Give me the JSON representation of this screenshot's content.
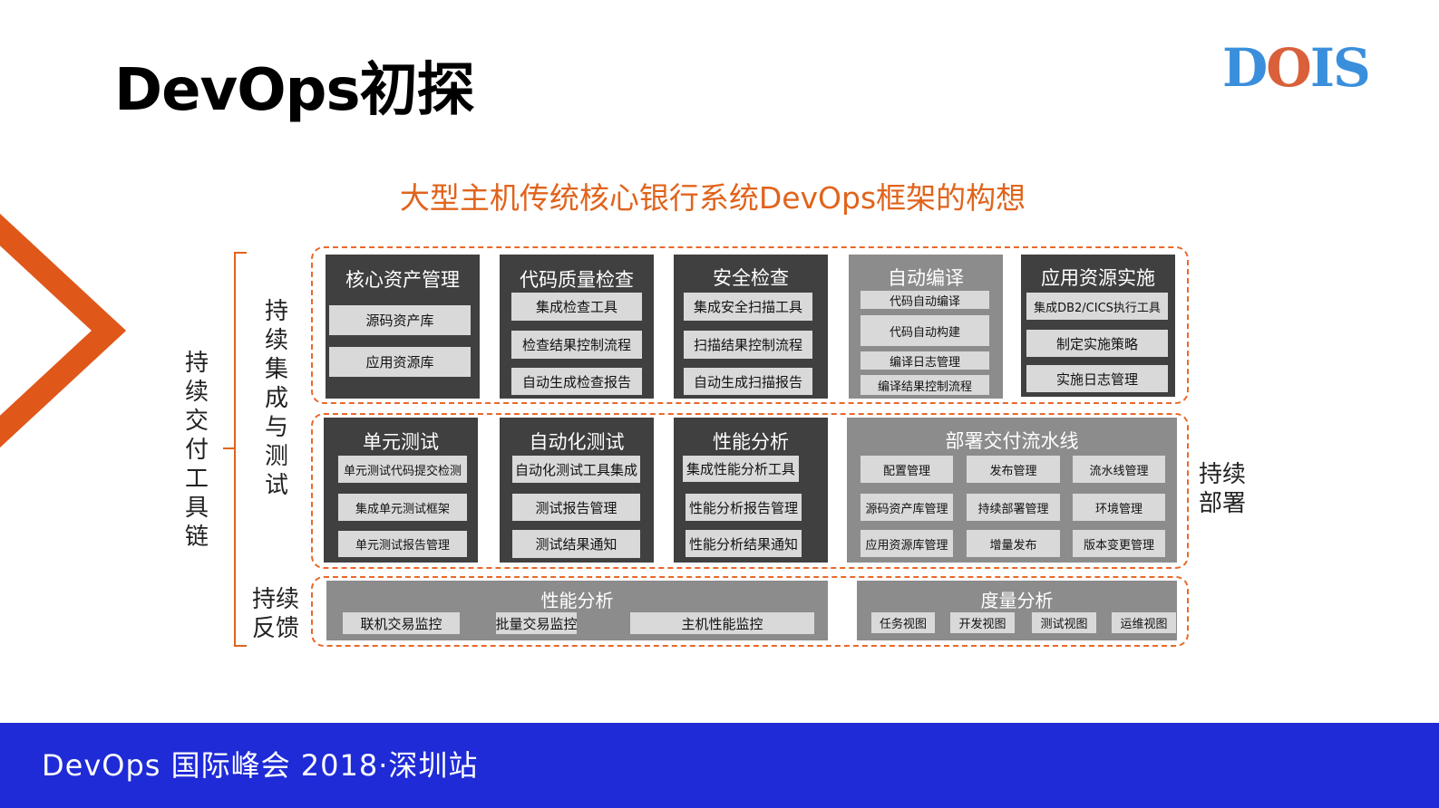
{
  "header": {
    "title": "DevOps初探",
    "logo": {
      "part1": "D",
      "part2": "O",
      "part3": "IS",
      "colors": {
        "blue": "#3a8fdc",
        "orange": "#d9603a"
      }
    }
  },
  "subtitle": "大型主机传统核心银行系统DevOps框架的构想",
  "labels": {
    "toolchain": "持续交付工具链",
    "ci_test": "持续集成与测试",
    "feedback_line1": "持续",
    "feedback_line2": "反馈",
    "deploy_line1": "持续",
    "deploy_line2": "部署"
  },
  "row1": [
    {
      "title": "核心资产管理",
      "items": [
        "源码资产库",
        "应用资源库"
      ]
    },
    {
      "title": "代码质量检查",
      "items": [
        "集成检查工具",
        "检查结果控制流程",
        "自动生成检查报告"
      ]
    },
    {
      "title": "安全检查",
      "items": [
        "集成安全扫描工具",
        "扫描结果控制流程",
        "自动生成扫描报告"
      ]
    },
    {
      "title": "自动编译",
      "items": [
        "代码自动编译",
        "代码自动构建",
        "编译日志管理",
        "编译结果控制流程"
      ]
    },
    {
      "title": "应用资源实施",
      "items": [
        "集成DB2/CICS执行工具",
        "制定实施策略",
        "实施日志管理"
      ]
    }
  ],
  "row2": [
    {
      "title": "单元测试",
      "items": [
        "单元测试代码提交检测",
        "集成单元测试框架",
        "单元测试报告管理"
      ]
    },
    {
      "title": "自动化测试",
      "items": [
        "自动化测试工具集成",
        "测试报告管理",
        "测试结果通知"
      ]
    },
    {
      "title": "性能分析",
      "items": [
        "集成性能分析工具",
        "性能分析报告管理",
        "性能分析结果通知"
      ]
    },
    {
      "title": "部署交付流水线",
      "items": [
        "配置管理",
        "发布管理",
        "流水线管理",
        "源码资产库管理",
        "持续部署管理",
        "环境管理",
        "应用资源库管理",
        "增量发布",
        "版本变更管理"
      ]
    }
  ],
  "row3": [
    {
      "title": "性能分析",
      "items": [
        "联机交易监控",
        "批量交易监控",
        "主机性能监控"
      ]
    },
    {
      "title": "度量分析",
      "items": [
        "任务视图",
        "开发视图",
        "测试视图",
        "运维视图"
      ]
    }
  ],
  "footer": {
    "text": "DevOps 国际峰会 2018·深圳站"
  },
  "colors": {
    "accent_orange": "#e0641c",
    "footer_blue": "#1f2bd6",
    "dark_box": "#404040",
    "light_box": "#8c8c8c",
    "item_bg": "#d9d9d9"
  }
}
